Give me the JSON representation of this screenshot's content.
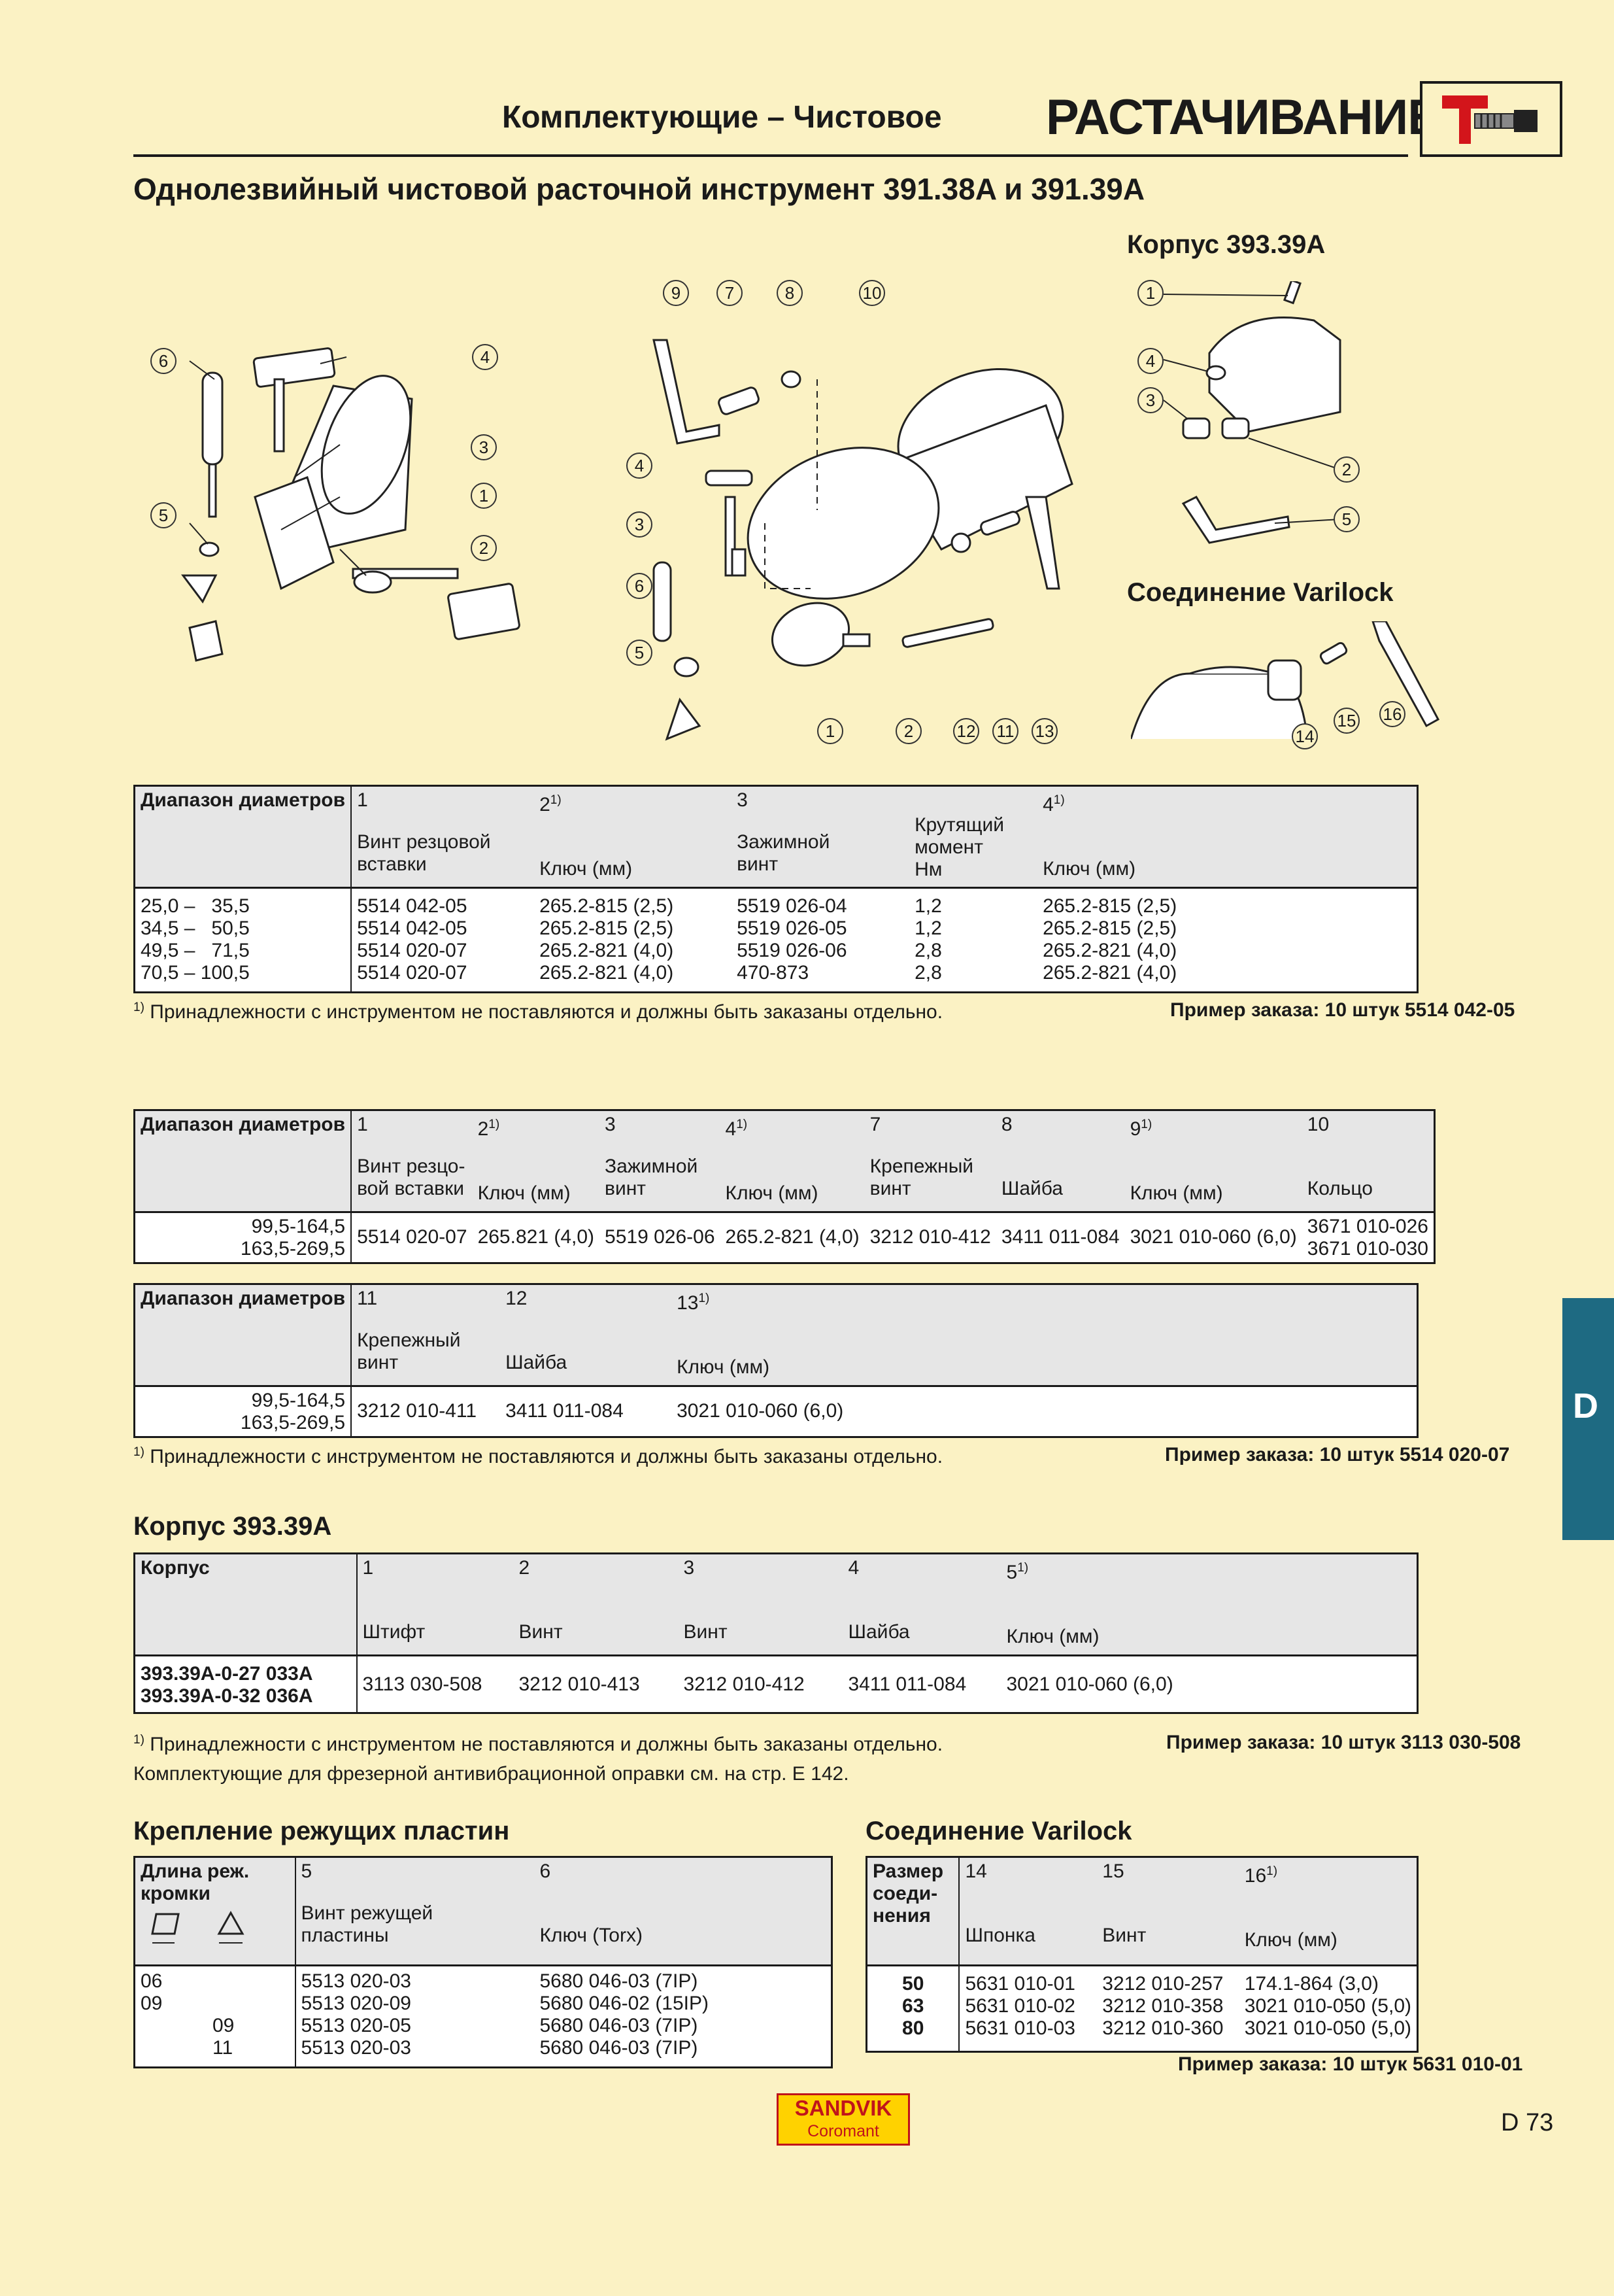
{
  "header": {
    "subtitle": "Комплектующие – Чистовое",
    "title": "РАСТАЧИВАНИЕ",
    "icon": "boring-bar-icon",
    "colors": {
      "background": "#fbf2c4",
      "tab": "#1e6a82",
      "logo_yellow": "#ffd200",
      "logo_red": "#c0141b"
    }
  },
  "page_title": "Однолезвийный чистовой расточной инструмент 391.38A и 391.39A",
  "figures": {
    "body_caption": "Корпус 393.39A",
    "varilock_caption": "Соединение Varilock",
    "callouts_left": [
      "6",
      "4",
      "3",
      "1",
      "5",
      "2"
    ],
    "callouts_mid": [
      "9",
      "7",
      "8",
      "10",
      "4",
      "3",
      "6",
      "5",
      "1",
      "2",
      "12",
      "11",
      "13"
    ],
    "callouts_body": [
      "1",
      "4",
      "3",
      "2",
      "5"
    ],
    "callouts_varilock": [
      "14",
      "15",
      "16"
    ]
  },
  "table1": {
    "row_label": "Диапазон диаметров",
    "col_nums": [
      "1",
      "2",
      "3",
      "",
      "4"
    ],
    "col_sups": [
      "",
      "1)",
      "",
      "",
      "1)"
    ],
    "col_names": [
      "Винт резцовой\nвставки",
      "Ключ (мм)",
      "Зажимной\nвинт",
      "Крутящий\nмомент\nНм",
      "Ключ (мм)"
    ],
    "diam": "25,0 –   35,5\n34,5 –   50,5\n49,5 –   71,5\n70,5 – 100,5",
    "cols": [
      "5514 042-05\n5514 042-05\n5514 020-07\n5514 020-07",
      "265.2-815 (2,5)\n265.2-815 (2,5)\n265.2-821 (4,0)\n265.2-821 (4,0)",
      "5519 026-04\n5519 026-05\n5519 026-06\n470-873",
      "1,2\n1,2\n2,8\n2,8",
      "265.2-815 (2,5)\n265.2-815 (2,5)\n265.2-821 (4,0)\n265.2-821 (4,0)"
    ]
  },
  "footnote1": "Принадлежности с инструментом не поставляются и должны быть заказаны отдельно.",
  "footnote_mark": "1)",
  "order1": "Пример заказа: 10 штук 5514 042-05",
  "table2": {
    "row_label": "Диапазон диаметров",
    "col_nums": [
      "1",
      "2",
      "3",
      "4",
      "7",
      "8",
      "9",
      "10"
    ],
    "col_sups": [
      "",
      "1)",
      "",
      "1)",
      "",
      "",
      "1)",
      ""
    ],
    "col_names": [
      "Винт резцо-\nвой вставки",
      "Ключ (мм)",
      "Зажимной\nвинт",
      "Ключ (мм)",
      "Крепежный\nвинт",
      "Шайба",
      "Ключ (мм)",
      "Кольцо"
    ],
    "diam": "  99,5-164,5\n163,5-269,5",
    "cols": [
      "5514 020-07",
      "265.821 (4,0)",
      "5519 026-06",
      "265.2-821 (4,0)",
      "3212 010-412",
      "3411 011-084",
      "3021 010-060 (6,0)",
      "3671 010-026\n3671 010-030"
    ]
  },
  "table3": {
    "row_label": "Диапазон диаметров",
    "col_nums": [
      "11",
      "12",
      "13"
    ],
    "col_sups": [
      "",
      "",
      "1)"
    ],
    "col_names": [
      "Крепежный\nвинт",
      "Шайба",
      "Ключ (мм)"
    ],
    "diam": "  99,5-164,5\n163,5-269,5",
    "cols": [
      "3212 010-411",
      "3411 011-084",
      "3021 010-060 (6,0)"
    ]
  },
  "order2": "Пример заказа: 10 штук  5514 020-07",
  "side_tab": "D",
  "section_body": "Корпус 393.39A",
  "table4": {
    "row_label": "Корпус",
    "col_nums": [
      "1",
      "2",
      "3",
      "4",
      "5"
    ],
    "col_sups": [
      "",
      "",
      "",
      "",
      "1)"
    ],
    "col_names": [
      "Штифт",
      "Винт",
      "Винт",
      "Шайба",
      "Ключ (мм)"
    ],
    "bodies": "393.39A-0-27 033A\n393.39A-0-32 036A",
    "cols": [
      "3113 030-508",
      "3212 010-413",
      "3212 010-412",
      "3411 011-084",
      "3021 010-060 (6,0)"
    ]
  },
  "order3": "Пример заказа: 10 штук 3113 030-508",
  "note_milling": "Комплектующие для фрезерной антивибрационной оправки см. на стр. E 142.",
  "section_inserts": "Крепление режущих пластин",
  "section_varilock": "Соединение Varilock",
  "table5": {
    "row_label": "Длина реж.\nкромки",
    "col_nums": [
      "5",
      "6"
    ],
    "col_names": [
      "Винт режущей\nпластины",
      "Ключ (Torx)"
    ],
    "len_a": "06\n09\n\n",
    "len_b": "\n\n09\n11",
    "cols": [
      "5513 020-03\n5513 020-09\n5513 020-05\n5513 020-03",
      "5680 046-03 (7IP)\n5680 046-02 (15IP)\n5680 046-03 (7IP)\n5680 046-03 (7IP)"
    ]
  },
  "table6": {
    "row_label": "Размер\nсоеди-\nнения",
    "col_nums": [
      "14",
      "15",
      "16"
    ],
    "col_sups": [
      "",
      "",
      "1)"
    ],
    "col_names": [
      "Шпонка",
      "Винт",
      "Ключ (мм)"
    ],
    "sizes": "50\n63\n80",
    "cols": [
      "5631 010-01\n5631 010-02\n5631 010-03",
      "3212 010-257\n3212 010-358\n3212 010-360",
      "174.1-864 (3,0)\n3021 010-050 (5,0)\n3021 010-050 (5,0)"
    ]
  },
  "order4": "Пример заказа: 10 штук 5631 010-01",
  "logo": {
    "line1": "SANDVIK",
    "line2": "Coromant"
  },
  "page_number": "D 73"
}
